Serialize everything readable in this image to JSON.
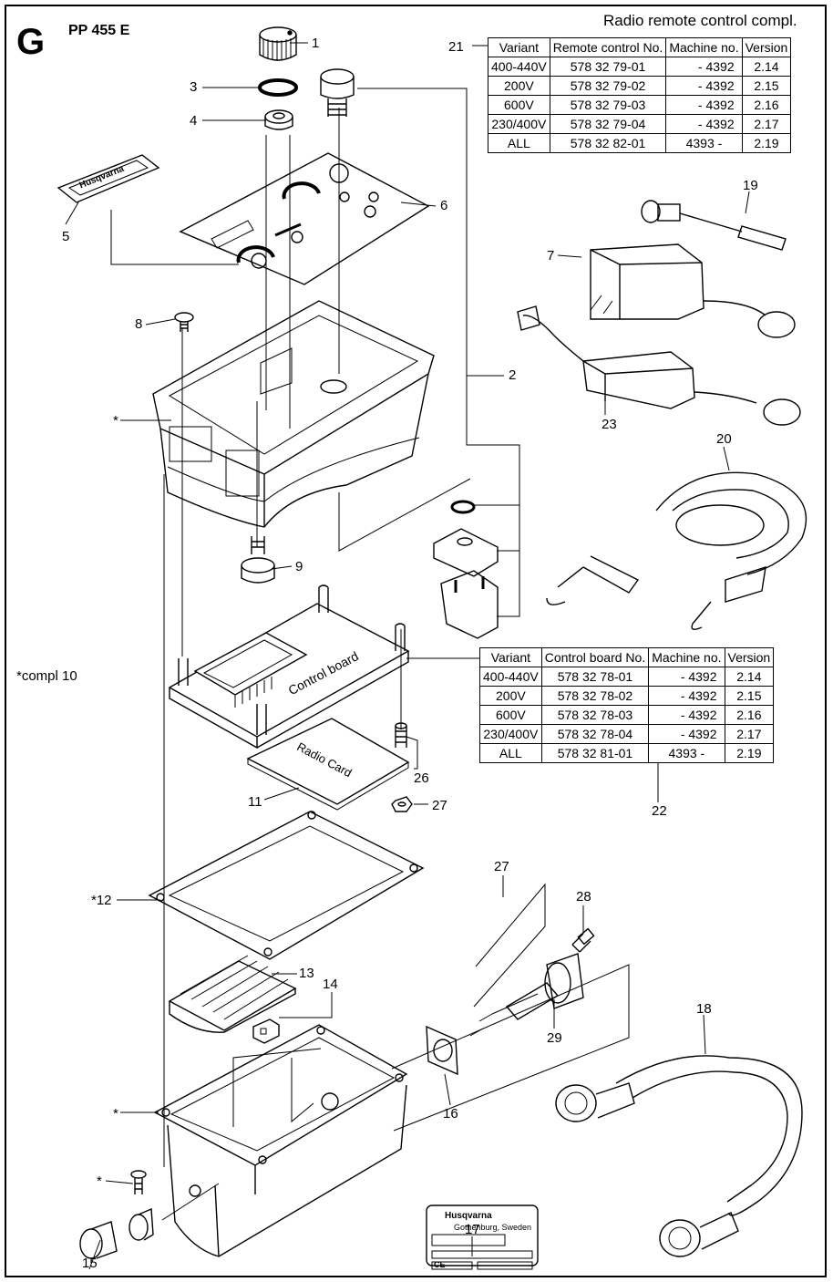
{
  "page": {
    "sheet_letter": "G",
    "model": "PP 455 E",
    "compl_note": "*compl  10"
  },
  "remote_table": {
    "title": "Radio remote control compl.",
    "callout": "21",
    "headers": [
      "Variant",
      "Remote control No.",
      "Machine no.",
      "Version"
    ],
    "rows": [
      [
        "400-440V",
        "578 32 79-01",
        "- 4392",
        "2.14"
      ],
      [
        "200V",
        "578 32 79-02",
        "- 4392",
        "2.15"
      ],
      [
        "600V",
        "578 32 79-03",
        "- 4392",
        "2.16"
      ],
      [
        "230/400V",
        "578 32 79-04",
        "- 4392",
        "2.17"
      ],
      [
        "ALL",
        "578 32 82-01",
        "4393 -",
        "2.19"
      ]
    ]
  },
  "control_table": {
    "callout": "22",
    "headers": [
      "Variant",
      "Control board No.",
      "Machine no.",
      "Version"
    ],
    "rows": [
      [
        "400-440V",
        "578 32 78-01",
        "- 4392",
        "2.14"
      ],
      [
        "200V",
        "578 32 78-02",
        "- 4392",
        "2.15"
      ],
      [
        "600V",
        "578 32 78-03",
        "- 4392",
        "2.16"
      ],
      [
        "230/400V",
        "578 32 78-04",
        "- 4392",
        "2.17"
      ],
      [
        "ALL",
        "578 32 81-01",
        "4393 -",
        "2.19"
      ]
    ]
  },
  "callouts": {
    "c1": "1",
    "c2": "2",
    "c3": "3",
    "c4": "4",
    "c5": "5",
    "c6": "6",
    "c7": "7",
    "c8": "8",
    "c9": "9",
    "c11": "11",
    "c12": "*12",
    "c13": "13",
    "c14": "14",
    "c15": "15",
    "c16": "16",
    "c17": "17",
    "c18": "18",
    "c19": "19",
    "c20": "20",
    "c23": "23",
    "c26": "26",
    "c27a": "27",
    "c27b": "27",
    "c28": "28",
    "c29": "29",
    "star_upper": "*",
    "star_lower": "*",
    "star_screw": "*"
  },
  "part_text": {
    "control_board": "Control board",
    "radio_card": "Radio Card",
    "brand": "Husqvarna",
    "label_city": "Gothenburg, Sweden",
    "ce_mark": "CE"
  }
}
